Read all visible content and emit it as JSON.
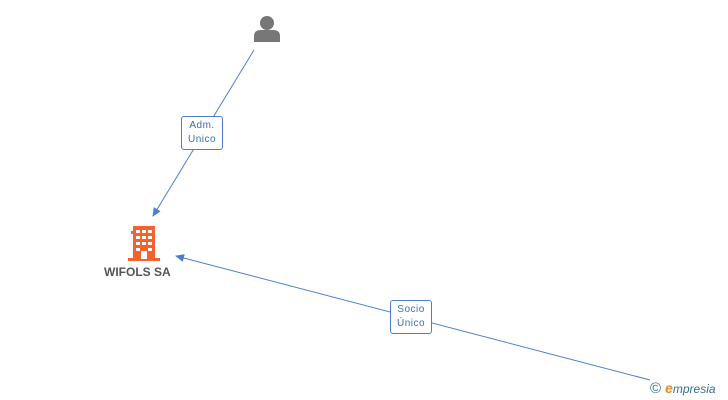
{
  "nodes": {
    "person": {
      "icon": "person-icon",
      "color": "#777777"
    },
    "company": {
      "icon": "building-icon",
      "name": "WIFOLS SA",
      "color": "#f4632e"
    }
  },
  "edges": [
    {
      "from": "person",
      "to": "company",
      "label_line1": "Adm.",
      "label_line2": "Unico"
    },
    {
      "from": "other",
      "to": "company",
      "label_line1": "Socio",
      "label_line2": "Único"
    }
  ],
  "colors": {
    "edge": "#4a7fd0"
  },
  "watermark": {
    "symbol": "©",
    "brand_initial": "e",
    "brand_rest": "mpresia"
  }
}
